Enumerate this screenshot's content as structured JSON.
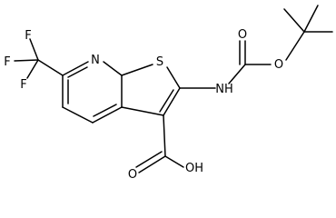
{
  "molecule": {
    "atom_labels": {
      "f_top": "F",
      "f_left": "F",
      "f_bottom": "F",
      "n_ring": "N",
      "s_ring": "S",
      "nh": "NH",
      "o_carbonyl": "O",
      "o_ether": "O",
      "o_acid_double": "O",
      "oh": "OH"
    },
    "colors": {
      "bond": "#000000",
      "text": "#000000",
      "background": "#ffffff"
    }
  }
}
